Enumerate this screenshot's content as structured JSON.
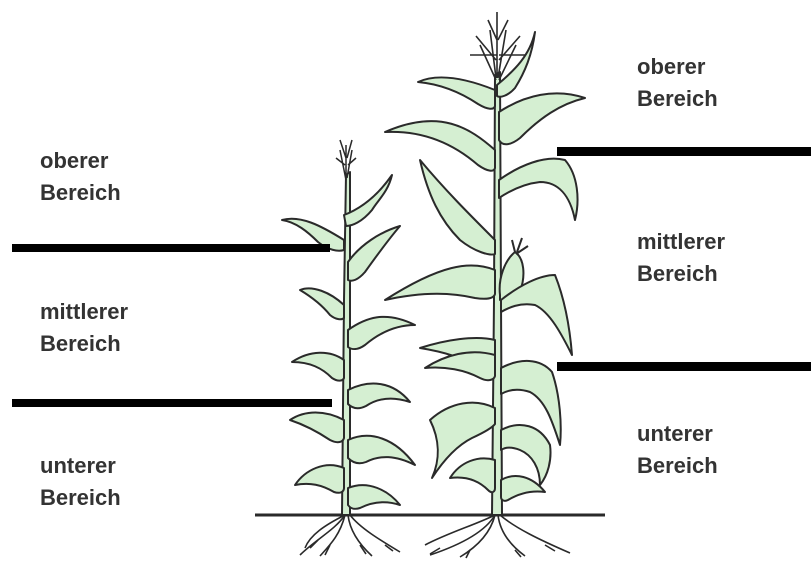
{
  "left_plant": {
    "upper": {
      "line1": "oberer",
      "line2": "Bereich"
    },
    "middle": {
      "line1": "mittlerer",
      "line2": "Bereich"
    },
    "lower": {
      "line1": "unterer",
      "line2": "Bereich"
    }
  },
  "right_plant": {
    "upper": {
      "line1": "oberer",
      "line2": "Bereich"
    },
    "middle": {
      "line1": "mittlerer",
      "line2": "Bereich"
    },
    "lower": {
      "line1": "unterer",
      "line2": "Bereich"
    }
  },
  "colors": {
    "leaf_fill": "#d5efd2",
    "outline": "#2a2a2a",
    "divider": "#000000"
  }
}
